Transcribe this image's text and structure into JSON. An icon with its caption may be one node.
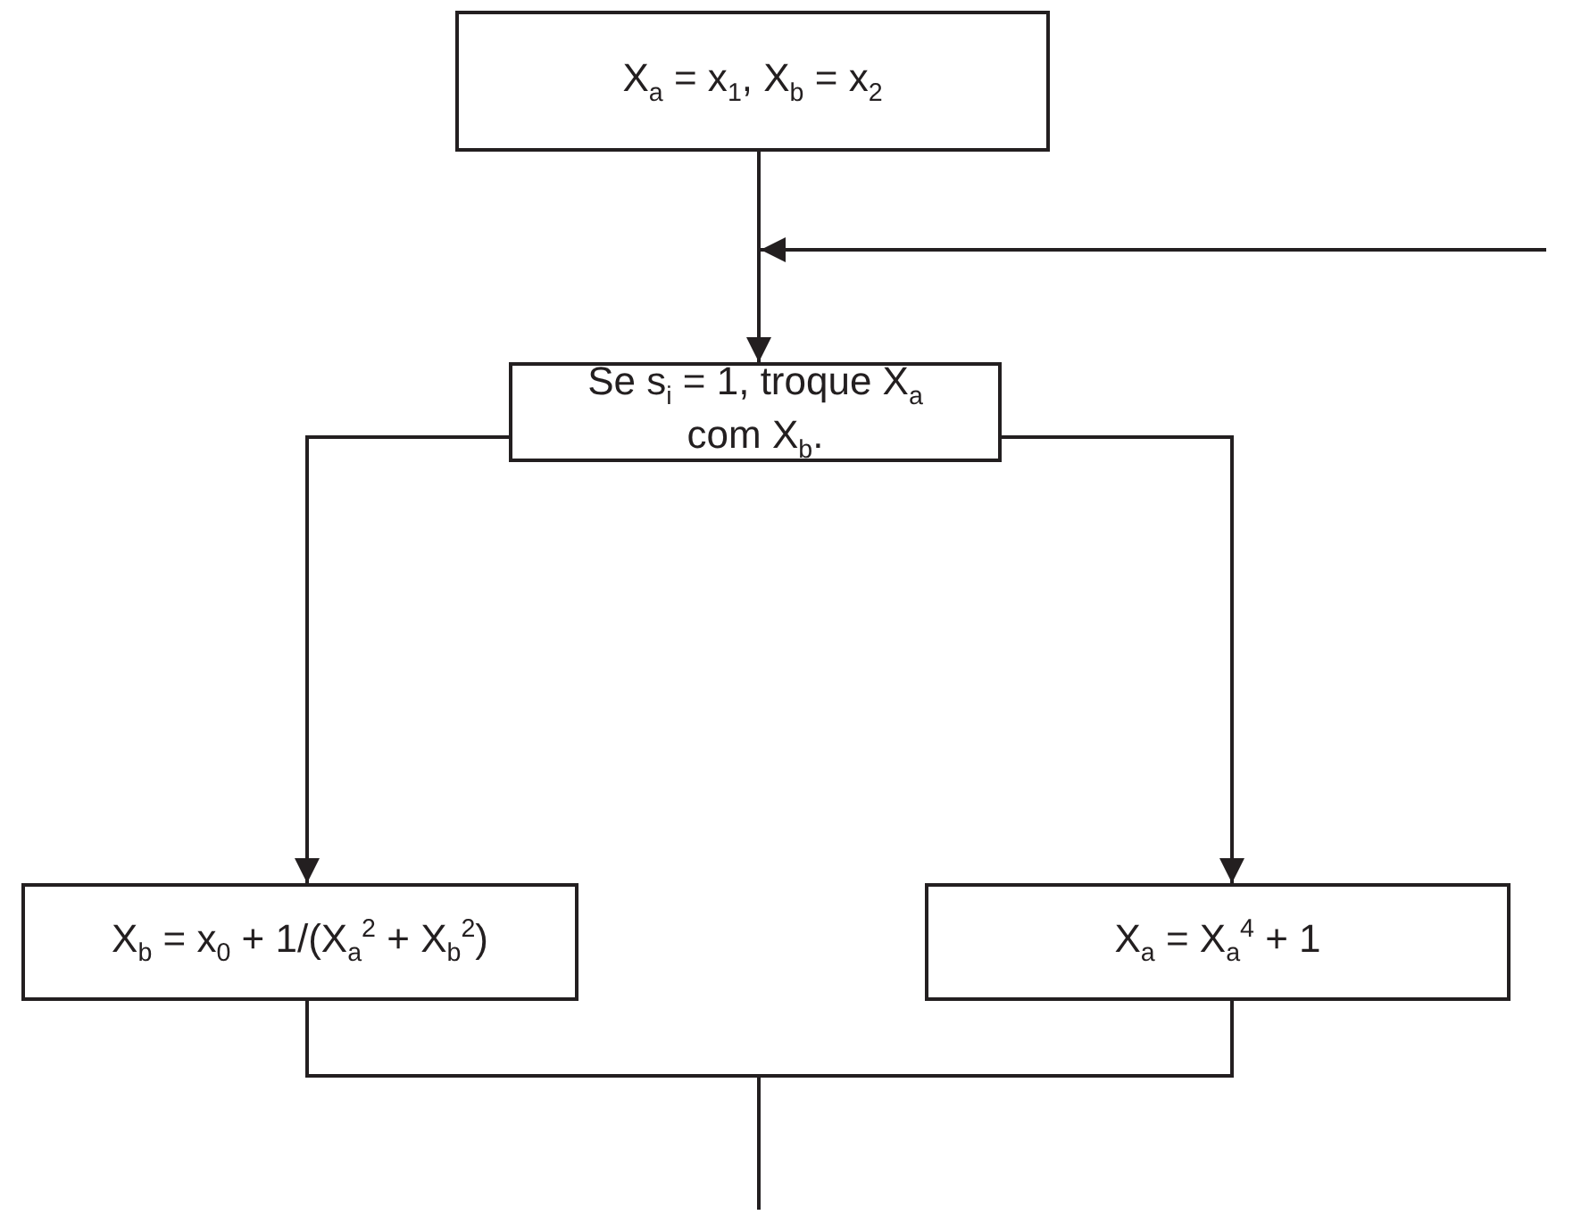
{
  "diagram": {
    "nodes": [
      {
        "text": [
          "X$_{a}$ = x$_{1}$, X$_{b}$ = x$_{2}$"
        ]
      },
      {
        "text": [
          "Se s$_{i}$ = 1, troque X$_{a}$ com X$_{b}$."
        ]
      },
      {
        "text": [
          "X$_{b}$ = x$_{0}$ + 1/(X$_{a}$$^{2}$ + X$_{b}$$^{2}$)"
        ]
      },
      {
        "text": [
          "X$_{a}$ = X$_{a}$$^{4}$ + 1"
        ]
      }
    ],
    "edges": [
      {
        "from": 0,
        "to": 1,
        "arrow": "to"
      },
      {
        "from": null,
        "to": 1,
        "arrow": "to"
      },
      {
        "from": 1,
        "to": 2,
        "arrow": "to"
      },
      {
        "from": 1,
        "to": 3,
        "arrow": "to"
      },
      {
        "from": 2,
        "to": null,
        "arrow": "none"
      },
      {
        "from": 3,
        "to": null,
        "arrow": "none"
      }
    ]
  }
}
